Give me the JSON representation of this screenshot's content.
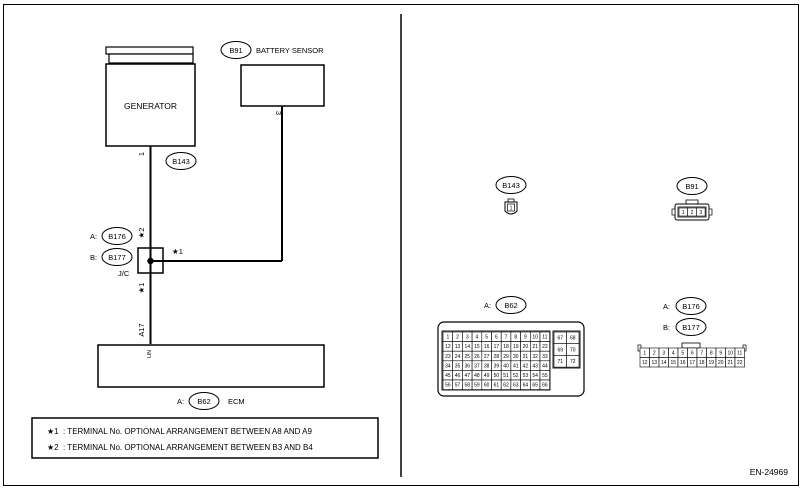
{
  "figure_id": "EN-24969",
  "components": {
    "generator": "GENERATOR",
    "battery_sensor": "BATTERY SENSOR",
    "ecm": "ECM",
    "jc": "J/C"
  },
  "connectors": {
    "b91": "B91",
    "b143": "B143",
    "b176": "B176",
    "b177": "B177",
    "b62": "B62"
  },
  "prefix_a": "A:",
  "prefix_b": "B:",
  "wire_labels": {
    "gen_pin": "1",
    "sensor_pin": "3",
    "jc_upper": "★2",
    "jc_lower": "★1",
    "jc_side": "★1",
    "ecm_pin": "A17",
    "ecm_signal": "LIN"
  },
  "notes": [
    {
      "mark": "★1",
      "text": ": TERMINAL No. OPTIONAL ARRANGEMENT BETWEEN A8 AND A9"
    },
    {
      "mark": "★2",
      "text": ": TERMINAL No. OPTIONAL ARRANGEMENT BETWEEN B3 AND B4"
    }
  ],
  "pinouts": {
    "b143": [
      "1"
    ],
    "b91": [
      "1",
      "2",
      "3"
    ],
    "b62_main": [
      [
        "1",
        "2",
        "3",
        "4",
        "5",
        "6",
        "7",
        "8",
        "9",
        "10",
        "11"
      ],
      [
        "12",
        "13",
        "14",
        "15",
        "16",
        "17",
        "18",
        "19",
        "20",
        "21",
        "22"
      ],
      [
        "23",
        "24",
        "25",
        "26",
        "27",
        "28",
        "29",
        "30",
        "31",
        "32",
        "33"
      ],
      [
        "34",
        "35",
        "36",
        "37",
        "38",
        "39",
        "40",
        "41",
        "42",
        "43",
        "44"
      ],
      [
        "45",
        "46",
        "47",
        "48",
        "49",
        "50",
        "51",
        "52",
        "53",
        "54",
        "55"
      ],
      [
        "56",
        "57",
        "58",
        "59",
        "60",
        "61",
        "62",
        "63",
        "64",
        "65",
        "66"
      ]
    ],
    "b62_side": [
      [
        "67",
        "68"
      ],
      [
        "69",
        "70"
      ],
      [
        "71",
        "72"
      ]
    ],
    "b176_b177": [
      [
        "1",
        "2",
        "3",
        "4",
        "5",
        "6",
        "7",
        "8",
        "9",
        "10",
        "11"
      ],
      [
        "12",
        "13",
        "14",
        "15",
        "16",
        "17",
        "18",
        "19",
        "20",
        "21",
        "22"
      ]
    ]
  }
}
